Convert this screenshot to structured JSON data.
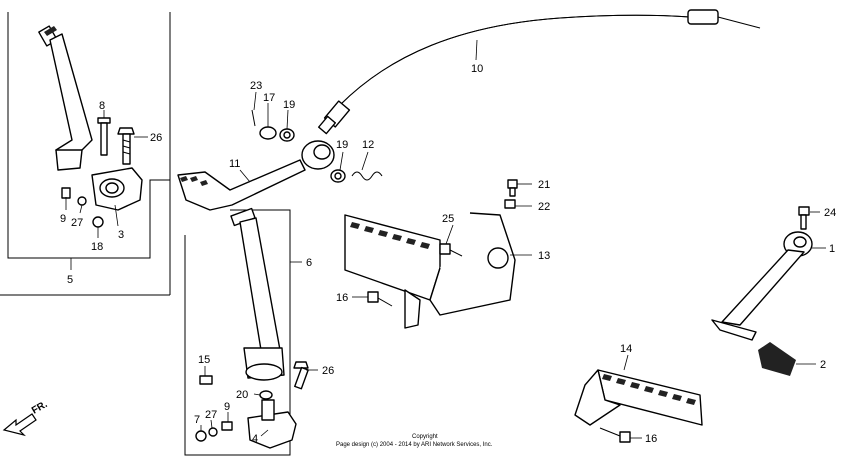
{
  "labels": {
    "p1": "1",
    "p2": "2",
    "p3": "3",
    "p4": "4",
    "p5": "5",
    "p6": "6",
    "p7": "7",
    "p8": "8",
    "p9a": "9",
    "p9b": "9",
    "p10": "10",
    "p11": "11",
    "p12": "12",
    "p13": "13",
    "p14": "14",
    "p15": "15",
    "p16a": "16",
    "p16b": "16",
    "p17": "17",
    "p18": "18",
    "p19a": "19",
    "p19b": "19",
    "p20": "20",
    "p21": "21",
    "p22": "22",
    "p23": "23",
    "p24": "24",
    "p25": "25",
    "p26a": "26",
    "p26b": "26",
    "p27a": "27",
    "p27b": "27"
  },
  "direction": "FR.",
  "copyright_line1": "Copyright",
  "copyright_line2": "Page design (c) 2004 - 2014 by ARI Network Services, Inc."
}
